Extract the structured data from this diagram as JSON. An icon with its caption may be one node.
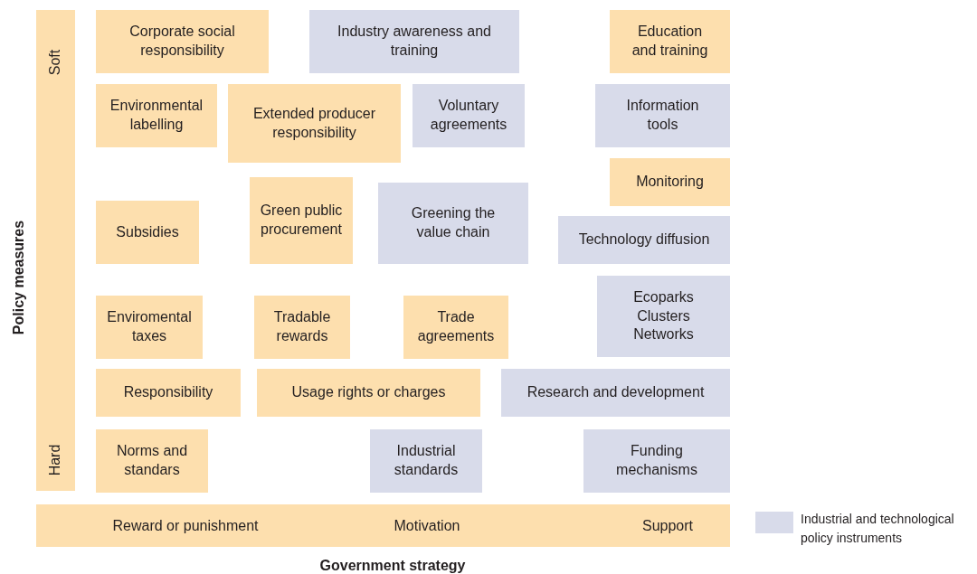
{
  "diagram": {
    "nodes": [
      {
        "text": [
          "Soft",
          "Hard"
        ]
      },
      {
        "text": [
          "Corporate social responsibility"
        ]
      },
      {
        "text": [
          "Industry awareness and training"
        ]
      },
      {
        "text": [
          "Education and training"
        ]
      },
      {
        "text": [
          "Environmental labelling"
        ]
      },
      {
        "text": [
          "Extended producer responsibility"
        ]
      },
      {
        "text": [
          "Voluntary agreements"
        ]
      },
      {
        "text": [
          "Information tools"
        ]
      },
      {
        "text": [
          "Monitoring"
        ]
      },
      {
        "text": [
          "Subsidies"
        ]
      },
      {
        "text": [
          "Green public procurement"
        ]
      },
      {
        "text": [
          "Greening the value chain"
        ]
      },
      {
        "text": [
          "Technology diffusion"
        ]
      },
      {
        "text": [
          "Ecoparks Clusters Networks"
        ]
      },
      {
        "text": [
          "Enviromental taxes"
        ]
      },
      {
        "text": [
          "Tradable rewards"
        ]
      },
      {
        "text": [
          "Trade agreements"
        ]
      },
      {
        "text": [
          "Responsibility"
        ]
      },
      {
        "text": [
          "Usage rights or charges"
        ]
      },
      {
        "text": [
          "Research and development"
        ]
      },
      {
        "text": [
          "Norms and standars"
        ]
      },
      {
        "text": [
          "Industrial standards"
        ]
      },
      {
        "text": [
          "Funding mechanisms"
        ]
      },
      {
        "text": [
          "Reward or punishment",
          "Motivation",
          "Support"
        ]
      }
    ],
    "edges": [],
    "labels": [
      "Policy measures",
      "Government strategy"
    ],
    "legend": [
      {
        "text": "Industrial and technological policy instruments",
        "color": "#d8dbea"
      }
    ]
  }
}
